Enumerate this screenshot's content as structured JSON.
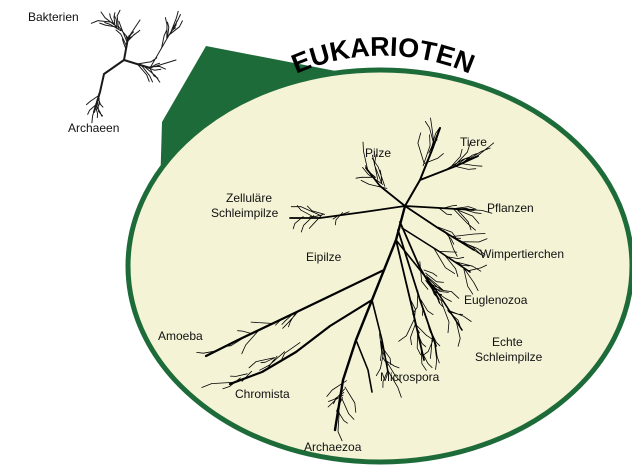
{
  "prokaryotes": {
    "bacteria": "Bakterien",
    "archaea": "Archaeen"
  },
  "title": "EUKARIOTEN",
  "groups": {
    "tiere": "Tiere",
    "pilze": "Pilze",
    "zellulaere_schleimpilze_1": "Zelluläre",
    "zellulaere_schleimpilze_2": "Schleimpilze",
    "pflanzen": "Pflanzen",
    "eipilze": "Eipilze",
    "wimpertierchen": "Wimpertierchen",
    "euglenozoa": "Euglenozoa",
    "echte_schleimpilze_1": "Echte",
    "echte_schleimpilze_2": "Schleimpilze",
    "amoeba": "Amoeba",
    "microspora": "Microspora",
    "chromista": "Chromista",
    "archaezoa": "Archaezoa"
  },
  "colors": {
    "wedge": "#1e6b3a",
    "ellipse_fill": "#f4f3d6",
    "ellipse_stroke": "#1e6b3a",
    "tree": "#000000"
  }
}
